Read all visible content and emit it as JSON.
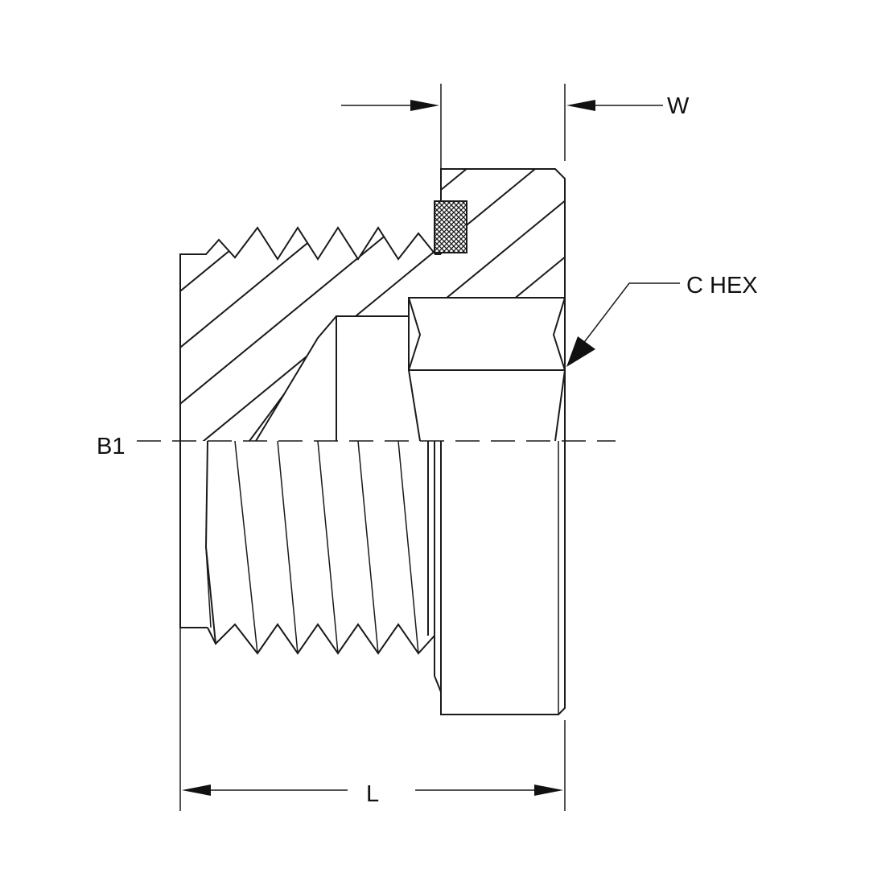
{
  "labels": {
    "w": "W",
    "c_hex": "C HEX",
    "b1": "B1",
    "l": "L"
  },
  "colors": {
    "line": "#1a1a1a",
    "background": "#ffffff"
  }
}
